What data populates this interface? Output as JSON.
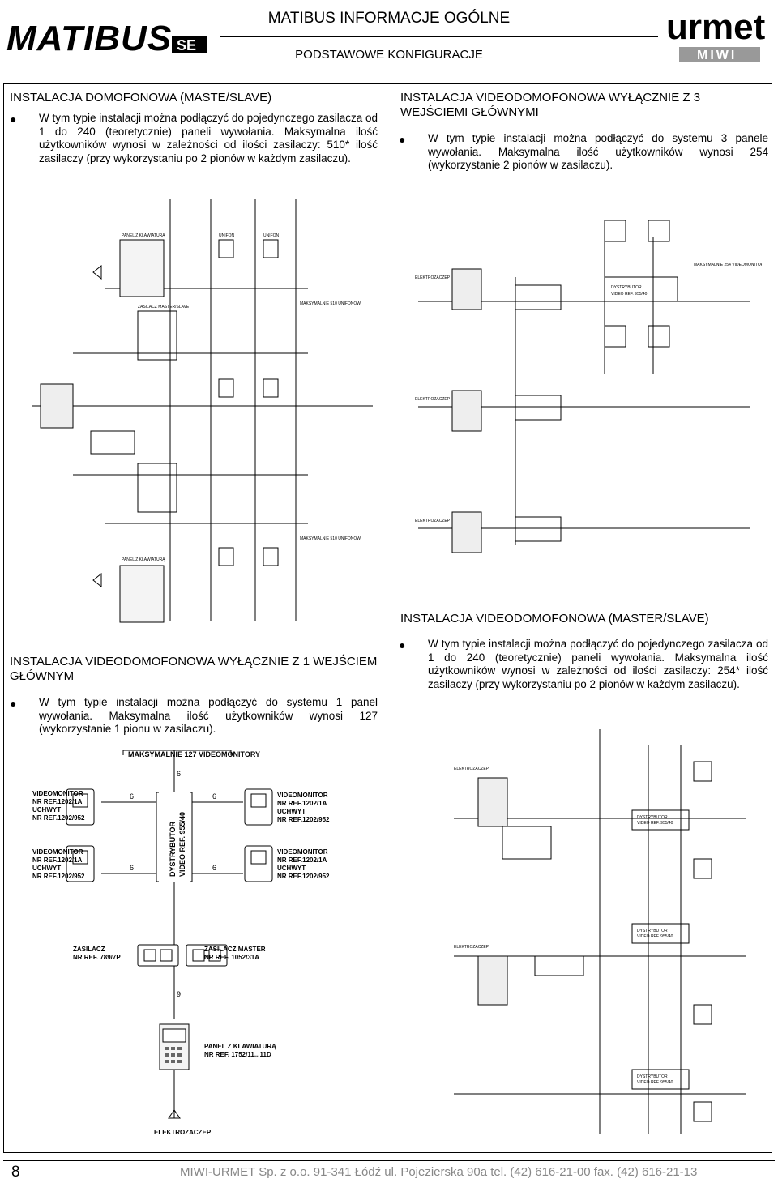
{
  "header": {
    "brand_main": "MATIBUS",
    "brand_suffix": "SE",
    "title": "MATIBUS INFORMACJE OGÓLNE",
    "subtitle": "PODSTAWOWE KONFIGURACJE",
    "logo_main": "urmet",
    "logo_sub": "MIWI"
  },
  "sections": {
    "s1": {
      "heading": "INSTALACJA DOMOFONOWA (MASTE/SLAVE)",
      "text": "W tym typie instalacji można podłączyć do pojedynczego zasilacza od 1 do 240 (teoretycznie) paneli wywołania. Maksymalna ilość użytkowników wynosi w zależności od ilości zasilaczy: 510* ilość zasilaczy (przy wykorzystaniu po 2 pionów w każdym zasilaczu)."
    },
    "s2": {
      "heading": "INSTALACJA VIDEODOMOFONOWA WYŁĄCZNIE Z 3 WEJŚCIEMI GŁÓWNYMI",
      "text": "W tym typie instalacji można podłączyć do systemu 3 panele wywołania. Maksymalna ilość użytkowników wynosi 254 (wykorzystanie 2 pionów w zasilaczu)."
    },
    "s3": {
      "heading": "INSTALACJA VIDEODOMOFONOWA WYŁĄCZNIE Z 1 WEJŚCIEM GŁÓWNYM",
      "text": "W tym typie instalacji można podłączyć do systemu 1 panel wywołania. Maksymalna ilość użytkowników wynosi 127 (wykorzystanie 1 pionu w zasilaczu)."
    },
    "s4": {
      "heading": "INSTALACJA VIDEODOMOFONOWA (MASTER/SLAVE)",
      "text": "W tym typie instalacji można podłączyć do pojedynczego zasilacza od 1 do 240 (teoretycznie) paneli wywołania. Maksymalna ilość użytkowników wynosi w zależności od ilości zasilaczy: 254* ilość zasilaczy (przy wykorzystaniu po 2 pionów w każdym zasilaczu)."
    }
  },
  "diagram3": {
    "max_label": "MAKSYMALNIE 127 VIDEOMONITORY",
    "vm": {
      "l1": "VIDEOMONITOR",
      "l2": "NR REF.1202/1A",
      "l3": "UCHWYT",
      "l4": "NR REF.1202/952"
    },
    "distributor_line1": "DYSTRYBUTOR",
    "distributor_line2": "VIDEO REF. 955/40",
    "psu_left_l1": "ZASILACZ",
    "psu_left_l2": "NR REF. 789/7P",
    "psu_right_l1": "ZASILACZ MASTER",
    "psu_right_l2": "NR REF. 1052/31A",
    "panel_l1": "PANEL Z KLAWIATURĄ",
    "panel_l2": "NR REF. 1752/11...11D",
    "lock": "ELEKTROZACZEP",
    "n6": "6",
    "n9": "9"
  },
  "footer": {
    "page": "8",
    "company": "MIWI-URMET Sp. z o.o.  91-341 Łódź ul. Pojezierska 90a  tel. (42) 616-21-00  fax. (42) 616-21-13"
  }
}
